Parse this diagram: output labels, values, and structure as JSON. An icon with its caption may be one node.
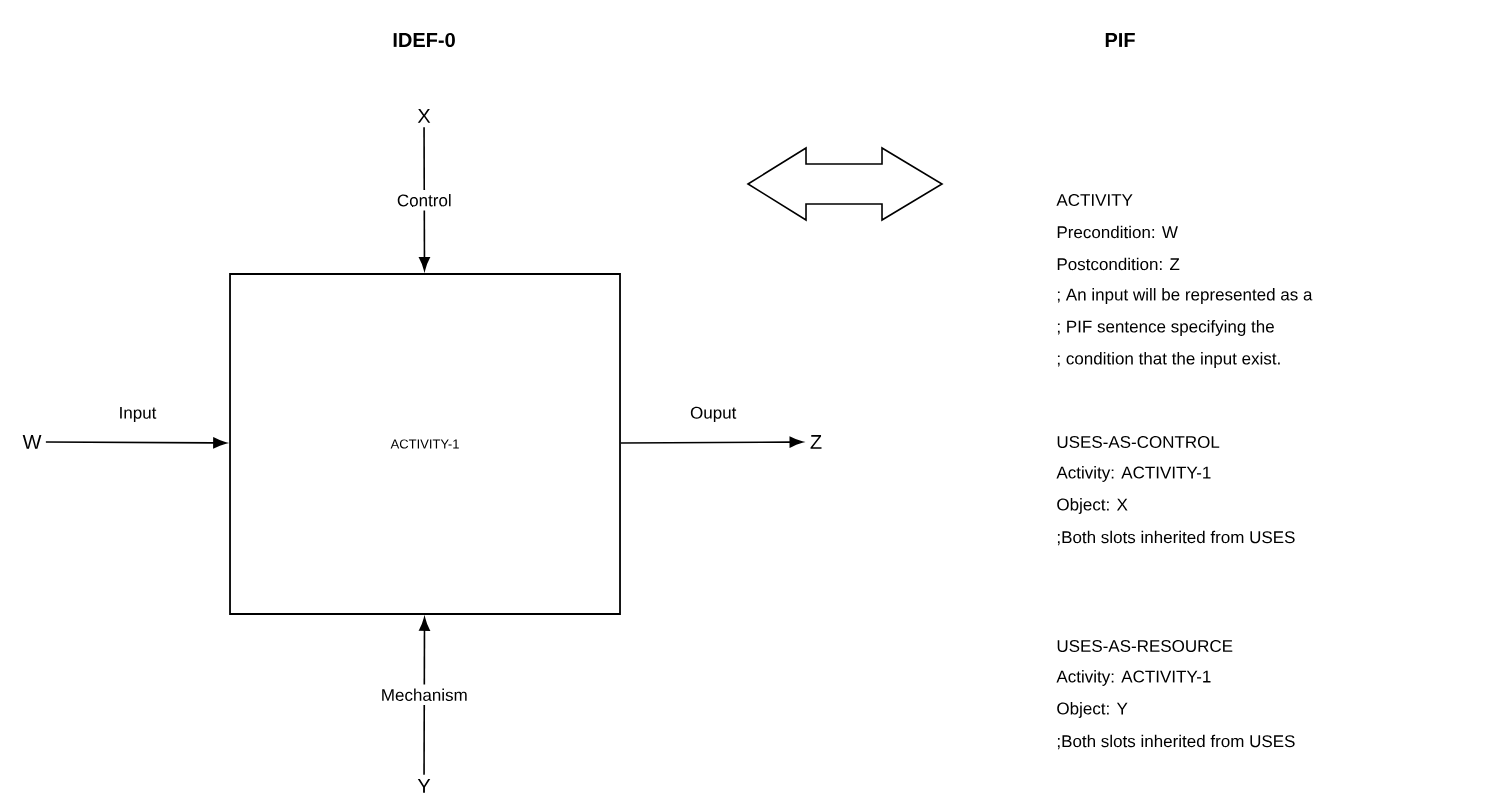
{
  "diagram": {
    "nodes": [
      {
        "text": [
          "ACTIVITY-1"
        ]
      },
      {
        "text": [
          "W"
        ]
      },
      {
        "text": [
          "Z"
        ]
      },
      {
        "text": [
          "X"
        ]
      },
      {
        "text": [
          "Y"
        ]
      }
    ],
    "edges": [
      {
        "from": 1,
        "to": 0,
        "arrow": "to",
        "label": "Input"
      },
      {
        "from": 0,
        "to": 2,
        "arrow": "to",
        "label": "Ouput"
      },
      {
        "from": 3,
        "to": 0,
        "arrow": "to",
        "label": "Control"
      },
      {
        "from": 4,
        "to": 0,
        "arrow": "to",
        "label": "Mechanism"
      }
    ],
    "labels": [
      "IDEF-0",
      "PIF",
      "ACTIVITY",
      "Precondition: W",
      "Postcondition: Z",
      "; An input will be represented as a",
      "; PIF sentence specifying the",
      "; condition that  the input exist.",
      "USES-AS-CONTROL",
      "Activity: ACTIVITY-1",
      "Object: X",
      ";Both slots inherited from USES",
      "USES-AS-RESOURCE",
      "Activity: ACTIVITY-1",
      "Object: Y",
      ";Both slots inherited from USES"
    ]
  }
}
